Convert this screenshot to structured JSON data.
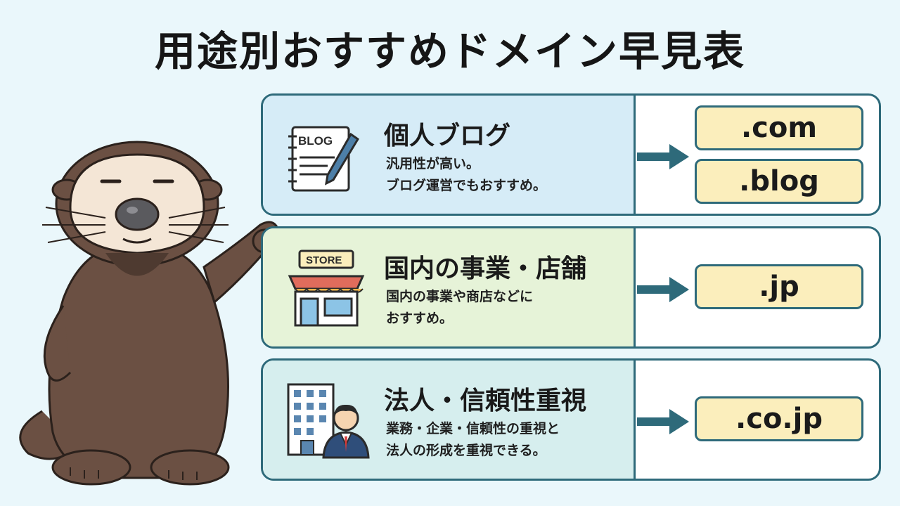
{
  "title": "用途別おすすめドメイン早見表",
  "colors": {
    "border": "#2e6a7a",
    "domain_bg": "#fbeebc",
    "row1_bg": "#d6ecf7",
    "row2_bg": "#e6f3d8",
    "row3_bg": "#d6eeee",
    "page_bg": "#eaf7fb"
  },
  "rows": [
    {
      "icon": "blog-notebook-pen-icon",
      "icon_text": "BLOG",
      "title": "個人ブログ",
      "desc": [
        "汎用性が高い。",
        "ブログ運営でもおすすめ。"
      ],
      "domains": [
        ".com",
        ".blog"
      ]
    },
    {
      "icon": "store-front-icon",
      "icon_text": "STORE",
      "title": "国内の事業・店舗",
      "desc": [
        "国内の事業や商店などに",
        "おすすめ。"
      ],
      "domains": [
        ".jp"
      ]
    },
    {
      "icon": "office-building-businessman-icon",
      "title": "法人・信頼性重視",
      "desc": [
        "業務・企業・信頼性の重視と",
        "法人の形成を重視できる。"
      ],
      "domains": [
        ".co.jp"
      ]
    }
  ]
}
